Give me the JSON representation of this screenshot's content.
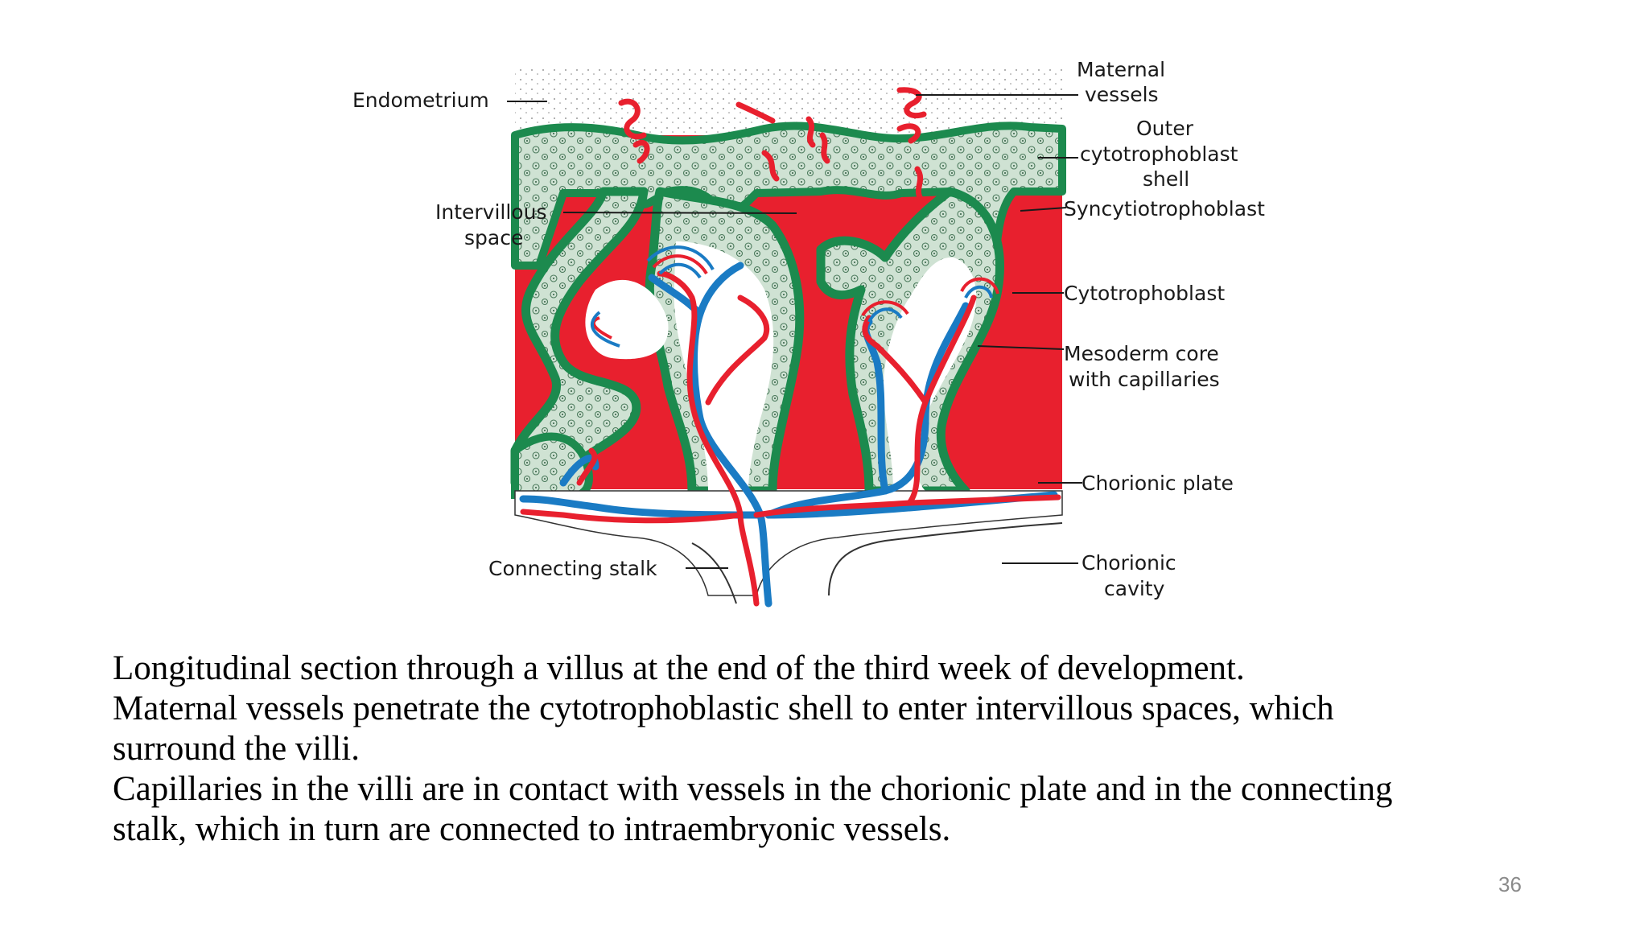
{
  "diagram": {
    "labels": {
      "endometrium": "Endometrium",
      "maternal_vessels_1": "Maternal",
      "maternal_vessels_2": "vessels",
      "outer_shell_1": "Outer",
      "outer_shell_2": "cytotrophoblast",
      "outer_shell_3": "shell",
      "intervillous_1": "Intervillous",
      "intervillous_2": "space",
      "syncytiotrophoblast": "Syncytiotrophoblast",
      "cytotrophoblast": "Cytotrophoblast",
      "mesoderm_1": "Mesoderm core",
      "mesoderm_2": "with capillaries",
      "chorionic_plate": "Chorionic plate",
      "connecting_stalk": "Connecting stalk",
      "chorionic_cavity_1": "Chorionic",
      "chorionic_cavity_2": "cavity"
    },
    "colors": {
      "blood": "#e8202e",
      "syncytium": "#1c8a4e",
      "cytotrophoblast": "#cfe2d3",
      "vein": "#1a7bc4",
      "artery": "#e8202e"
    }
  },
  "caption": {
    "line1": "Longitudinal section through a villus at the end of the third week of development.",
    "line2": "Maternal vessels penetrate the cytotrophoblastic shell to enter intervillous spaces, which",
    "line3": "surround the villi.",
    "line4": "Capillaries in the villi are in contact with vessels in the chorionic plate and in the connecting",
    "line5": "stalk, which in turn are connected to intraembryonic vessels."
  },
  "page_number": "36"
}
